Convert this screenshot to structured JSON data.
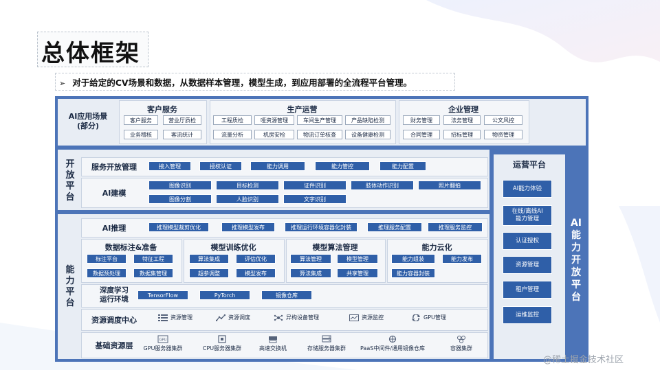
{
  "title": "总体框架",
  "subtitle": "对于给定的CV场景和数据，从数据样本管理，模型生成，到应用部署的全流程平台管理。",
  "subtitle_marker": "➢",
  "scenes": {
    "label": "AI应用场景\n(部分)",
    "groups": [
      {
        "title": "客户服务",
        "items": [
          "客户服务",
          "营业厅质检",
          "业务稽核",
          "客流统计"
        ]
      },
      {
        "title": "生产运营",
        "items": [
          "工程质检",
          "哑资源管理",
          "车间生产管理",
          "产品缺陷检测",
          "流量分析",
          "机房安检",
          "物流订单核查",
          "设备健康检测"
        ]
      },
      {
        "title": "企业管理",
        "items": [
          "财务管理",
          "法务管理",
          "公文风控",
          "合同管理",
          "招标管理",
          "物资管理"
        ]
      }
    ]
  },
  "open_platform": {
    "vlabel": "开放平台",
    "service": {
      "label": "服务开放管理",
      "items": [
        "接入管理",
        "授权认证",
        "能力调用",
        "能力管控",
        "能力配置"
      ]
    },
    "ai_model": {
      "label": "AI建模",
      "row1": [
        "图像识别",
        "目标检测",
        "证件识别",
        "肢体动作识别",
        "照片翻拍"
      ],
      "row2": [
        "图像分割",
        "人脸识别",
        "文字识别"
      ]
    }
  },
  "capability_platform": {
    "vlabel": "能力平台",
    "inference": {
      "label": "AI推理",
      "items": [
        "推理模型裁剪优化",
        "推理模型发布",
        "推理运行环境容器化封装",
        "推理服务配置",
        "推理服务监控"
      ]
    },
    "modules": [
      {
        "title": "数据标注&准备",
        "items": [
          "标注平台",
          "特征工程",
          "数据预处理",
          "数据集管理"
        ]
      },
      {
        "title": "模型训练优化",
        "items": [
          "算法集成",
          "评估优化",
          "超参调整",
          "模型发布"
        ]
      },
      {
        "title": "模型算法管理",
        "items": [
          "算法管理",
          "模型管理",
          "算法集成",
          "共享管理"
        ]
      },
      {
        "title": "能力云化",
        "items": [
          "能力组装",
          "能力发布",
          "能力容器封装"
        ]
      }
    ],
    "deep_learning": {
      "label": "深度学习\n运行环境",
      "items": [
        "TensorFlow",
        "PyTorch",
        "镜像仓库"
      ]
    },
    "scheduling": {
      "label": "资源调度中心",
      "items": [
        "资源管理",
        "资源调度",
        "异构设备管理",
        "资源监控",
        "GPU管理"
      ]
    },
    "base": {
      "label": "基础资源层",
      "items": [
        "GPU服务器集群",
        "CPU服务器集群",
        "高速交换机",
        "存储服务器集群",
        "PaaS中间件/通用镜像仓库",
        "容器集群"
      ],
      "gpu_icon_text": "GPU"
    }
  },
  "ops_platform": {
    "title": "运营平台",
    "items": [
      "AI能力体验",
      "在线/离线AI\n能力管理",
      "认证授权",
      "资源管理",
      "租户管理",
      "运维监控"
    ]
  },
  "side_label": "AI能力开放平台",
  "watermark": "@稀土掘金技术社区",
  "colors": {
    "frame": "#4c74b8",
    "chip": "#2f5fa8",
    "panel": "#e8edf4"
  }
}
